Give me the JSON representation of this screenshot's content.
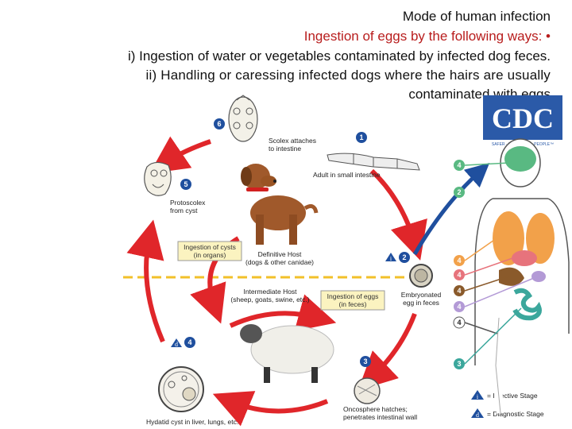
{
  "header": {
    "title": "Mode of human infection",
    "subtitle": "Ingestion of eggs by the following ways:  •",
    "item1": "i) Ingestion of water or vegetables contaminated by infected dog feces.",
    "item2a": "ii)  Handling  or  caressing  infected  dogs  where  the  hairs  are  usually",
    "item2b": "contaminated with eggs"
  },
  "logo": {
    "text": "CDC",
    "tagline": "SAFER · HEALTHIER · PEOPLE™"
  },
  "stages": {
    "s1": "1",
    "s2": "2",
    "s3": "3",
    "s4": "4",
    "s5": "5",
    "s6": "6"
  },
  "labels": {
    "scolex_a": "Scolex attaches",
    "scolex_b": "to intestine",
    "adult": "Adult in small intestine",
    "protoscolex_a": "Protoscolex",
    "protoscolex_b": "from cyst",
    "ingest_cysts_a": "Ingestion of cysts",
    "ingest_cysts_b": "(in organs)",
    "def_host_a": "Definitive Host",
    "def_host_b": "(dogs & other canidae)",
    "int_host_a": "Intermediate Host",
    "int_host_b": "(sheep, goats, swine, etc.)",
    "ingest_eggs_a": "Ingestion of eggs",
    "ingest_eggs_b": "(in feces)",
    "embryo_a": "Embryonated",
    "embryo_b": "egg in feces",
    "onco_a": "Oncosphere hatches;",
    "onco_b": "penetrates intestinal wall",
    "hydatid": "Hydatid cyst in liver, lungs, etc.",
    "infective": "= Infective Stage",
    "diagnostic": "= Diagnostic Stage",
    "i_mark": "i",
    "d_mark": "d"
  },
  "human_stage_numbers": [
    "4",
    "2",
    "4",
    "4",
    "4",
    "4",
    "4",
    "3"
  ],
  "colors": {
    "arrow_red": "#e0262a",
    "arrow_blue": "#1f4f9e",
    "stage_blue": "#1f4f9e",
    "stage_green": "#59b982",
    "stage_orange": "#f2a14a",
    "stage_pink": "#e7737c",
    "stage_purple": "#b39ad6",
    "stage_brown": "#8a5a2b",
    "stage_teal": "#3ba79c",
    "box_fill": "#fbf3c0",
    "header_red": "#b81d1d"
  }
}
